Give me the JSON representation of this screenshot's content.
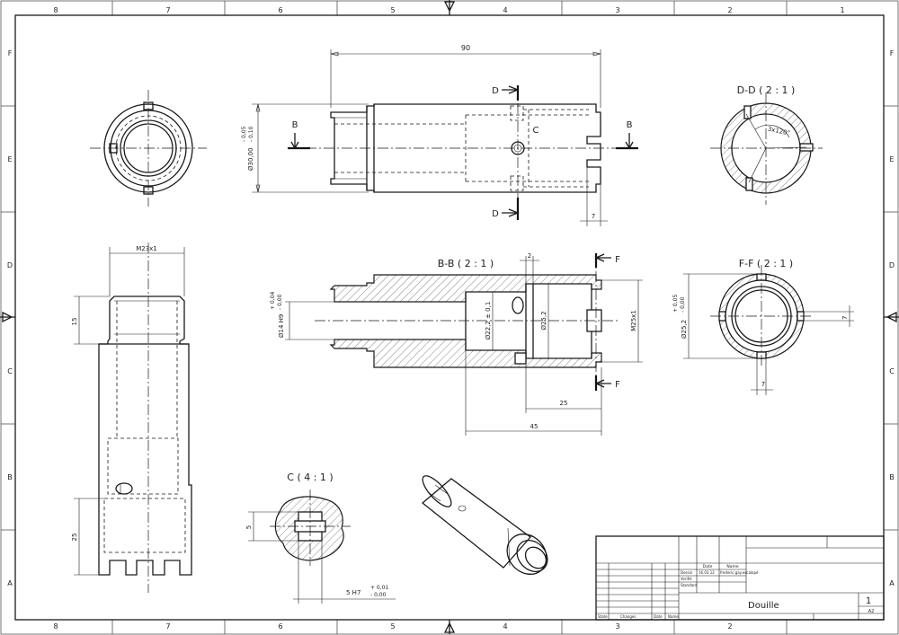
{
  "border": {
    "columns": [
      "8",
      "7",
      "6",
      "5",
      "4",
      "3",
      "2",
      "1"
    ],
    "rows": [
      "F",
      "E",
      "D",
      "C",
      "B",
      "A"
    ]
  },
  "views": {
    "dd_title": "D-D ( 2 : 1 )",
    "bb_title": "B-B ( 2 : 1 )",
    "ff_title": "F-F ( 2 : 1 )",
    "c_title": "C ( 4 : 1 )"
  },
  "section_markers": {
    "b": "B",
    "d": "D",
    "f": "F",
    "c": "C"
  },
  "dimensions": {
    "top_length": "90",
    "top_diameter_main": "Ø30,00",
    "top_diameter_tol_upper": "- 0,05",
    "top_diameter_tol_lower": "- 0,10",
    "top_slot": "7",
    "dd_angle": "3x120°",
    "side_thread": "M23x1",
    "side_length_top": "15",
    "side_length_bottom": "25",
    "bb_bore_main": "Ø14 H9",
    "bb_bore_tol_upper": "+ 0,04",
    "bb_bore_tol_lower": "- 0,00",
    "bb_groove": "2",
    "bb_diameter_inner": "Ø22,2 ± 0,1",
    "bb_diameter_outer": "Ø25,2",
    "bb_thread": "M25x1",
    "bb_depth_short": "25",
    "bb_depth_long": "45",
    "ff_diameter_main": "Ø25,2",
    "ff_diameter_tol_upper": "+ 0,05",
    "ff_diameter_tol_lower": "- 0,00",
    "ff_slot_h": "7",
    "ff_slot_w": "7",
    "c_size": "5",
    "c_fit_main": "5 H7",
    "c_fit_tol_upper": "+ 0,01",
    "c_fit_tol_lower": "- 0,00"
  },
  "title_block": {
    "col_date": "Date",
    "col_name": "Name",
    "row_drawn": "Dessin",
    "row_checked": "Verifié",
    "row_standard": "Standard",
    "date_value": "16.03.12",
    "name_value": "frederic.gay.escalopé",
    "part_name": "Douille",
    "sheet_number": "1",
    "sheet_format": "A2",
    "footer_state": "State",
    "footer_changes": "Changes",
    "footer_date": "Date",
    "footer_name": "Name"
  }
}
